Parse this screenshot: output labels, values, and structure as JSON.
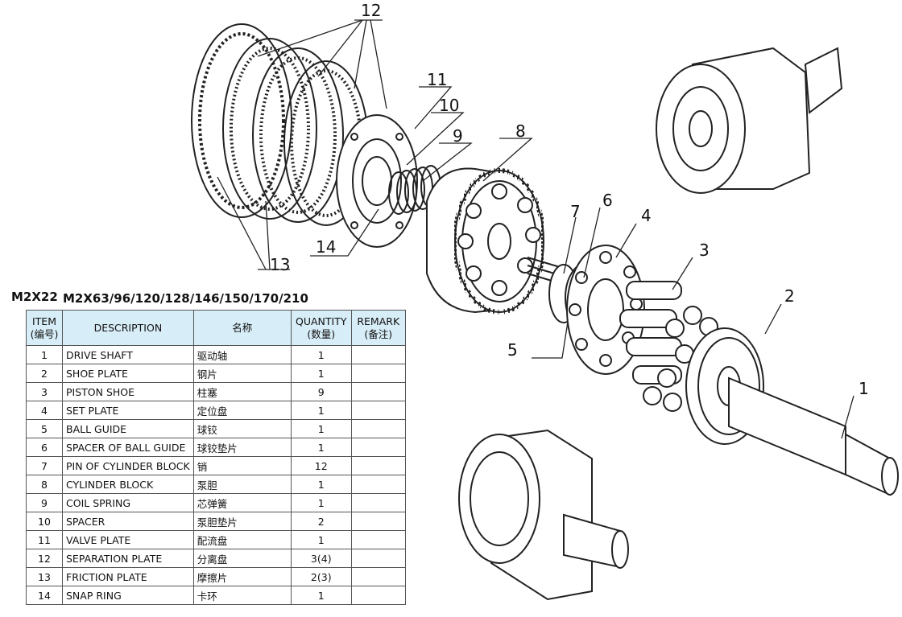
{
  "headings": {
    "left": "M2X22",
    "right": "M2X63/96/120/128/146/150/170/210"
  },
  "table": {
    "columns": [
      {
        "en": "ITEM",
        "cn": "(编号)"
      },
      {
        "en": "DESCRIPTION",
        "cn": ""
      },
      {
        "en": "名称",
        "cn": ""
      },
      {
        "en": "QUANTITY",
        "cn": "(数量)"
      },
      {
        "en": "REMARK",
        "cn": "(备注)"
      }
    ],
    "rows": [
      {
        "item": "1",
        "desc": "DRIVE SHAFT",
        "cn": "驱动轴",
        "qty": "1",
        "remark": ""
      },
      {
        "item": "2",
        "desc": "SHOE PLATE",
        "cn": "钢片",
        "qty": "1",
        "remark": ""
      },
      {
        "item": "3",
        "desc": "PISTON SHOE",
        "cn": "柱塞",
        "qty": "9",
        "remark": ""
      },
      {
        "item": "4",
        "desc": "SET PLATE",
        "cn": "定位盘",
        "qty": "1",
        "remark": ""
      },
      {
        "item": "5",
        "desc": "BALL GUIDE",
        "cn": "球铰",
        "qty": "1",
        "remark": ""
      },
      {
        "item": "6",
        "desc": "SPACER OF BALL GUIDE",
        "cn": "球铰垫片",
        "qty": "1",
        "remark": ""
      },
      {
        "item": "7",
        "desc": "PIN OF CYLINDER BLOCK",
        "cn": "销",
        "qty": "12",
        "remark": ""
      },
      {
        "item": "8",
        "desc": "CYLINDER BLOCK",
        "cn": "泵胆",
        "qty": "1",
        "remark": ""
      },
      {
        "item": "9",
        "desc": "COIL SPRING",
        "cn": "芯弹簧",
        "qty": "1",
        "remark": ""
      },
      {
        "item": "10",
        "desc": "SPACER",
        "cn": "泵胆垫片",
        "qty": "2",
        "remark": ""
      },
      {
        "item": "11",
        "desc": "VALVE PLATE",
        "cn": "配流盘",
        "qty": "1",
        "remark": ""
      },
      {
        "item": "12",
        "desc": "SEPARATION PLATE",
        "cn": "分离盘",
        "qty": "3(4)",
        "remark": ""
      },
      {
        "item": "13",
        "desc": "FRICTION PLATE",
        "cn": "摩擦片",
        "qty": "2(3)",
        "remark": ""
      },
      {
        "item": "14",
        "desc": "SNAP RING",
        "cn": "卡环",
        "qty": "1",
        "remark": ""
      }
    ]
  },
  "callouts": [
    "12",
    "11",
    "10",
    "9",
    "8",
    "14",
    "13",
    "7",
    "6",
    "4",
    "3",
    "2",
    "5",
    "1"
  ]
}
